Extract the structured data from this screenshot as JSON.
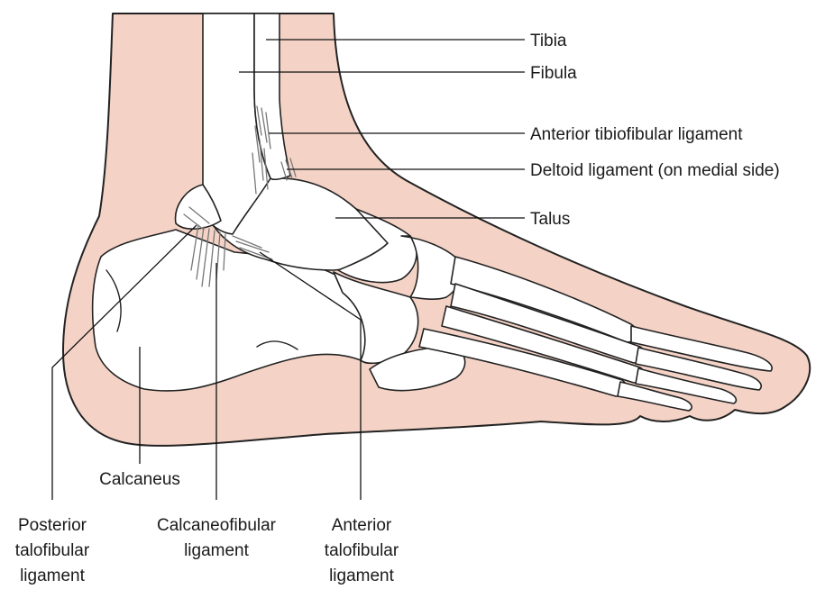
{
  "labels": {
    "tibia": "Tibia",
    "fibula": "Fibula",
    "anterior_tibiofibular": "Anterior tibiofibular ligament",
    "deltoid": "Deltoid ligament (on medial side)",
    "talus": "Talus",
    "calcaneus": "Calcaneus",
    "posterior_talofibular": [
      "Posterior",
      "talofibular",
      "ligament"
    ],
    "calcaneofibular": [
      "Calcaneofibular",
      "ligament"
    ],
    "anterior_talofibular": [
      "Anterior",
      "talofibular",
      "ligament"
    ]
  },
  "colors": {
    "skin": "#f4d3c6",
    "bone": "#ffffff",
    "outline": "#222222",
    "ligament_hatch": "#777777"
  }
}
